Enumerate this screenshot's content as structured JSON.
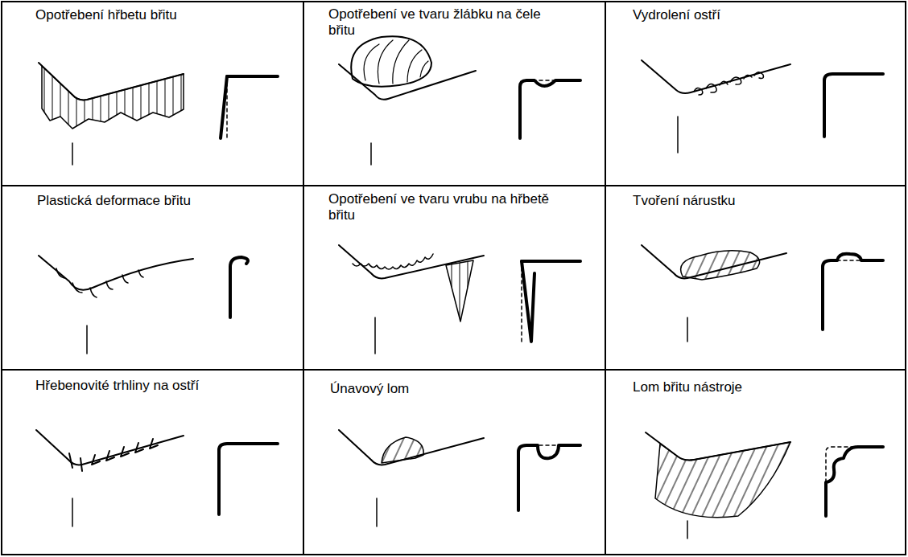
{
  "diagram": {
    "labels": [
      "Opotřebení hřbetu břitu",
      "Opotřebení ve tvaru žlábku na čele břitu",
      "Vydrolení ostří",
      "Plastická deformace břitu",
      "Opotřebení ve tvaru vrubu na hřbetě břitu",
      "Tvoření nárustku",
      "Hřebenovité trhliny na ostří",
      "Únavový lom",
      "Lom břitu nástroje"
    ]
  }
}
